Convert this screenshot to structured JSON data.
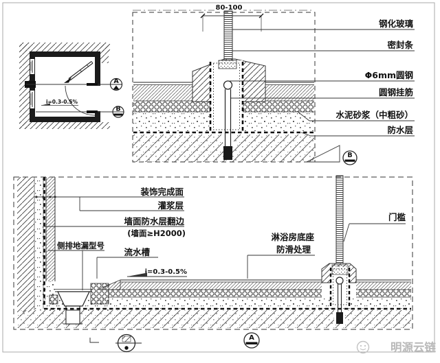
{
  "drawing": {
    "upper_detail": {
      "dimension": "80-100",
      "callout_glass": "钢化玻璃",
      "callout_seal": "密封条",
      "callout_round_steel": "Φ6mm圆钢",
      "callout_hanger": "圆钢挂筋",
      "callout_mortar": "水泥砂浆（中粗砂）",
      "callout_waterproof": "防水层",
      "marker_b": "B"
    },
    "plan_view": {
      "slope": "i=0.3-0.5%",
      "marker_a": "A",
      "marker_b": "B"
    },
    "lower_detail": {
      "callout_finish": "装饰完成面",
      "callout_grout": "灌浆层",
      "callout_wall_wp": "墙面防水层翻边",
      "callout_wall_wp2": "(墙面≥H2000)",
      "callout_drain_model": "侧排地漏型号",
      "callout_gutter": "流水槽",
      "callout_shower_base": "淋浴房底座",
      "callout_antislip": "防滑处理",
      "callout_threshold": "门槛",
      "slope": "i=0.3-0.5%",
      "marker_a": "A"
    },
    "watermark": "明源云链"
  }
}
